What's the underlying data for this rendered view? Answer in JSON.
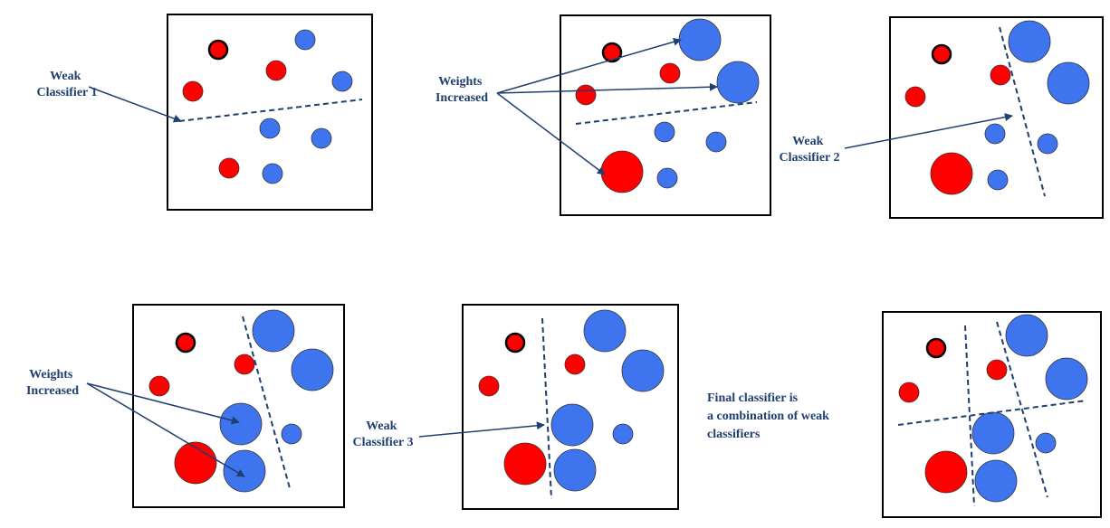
{
  "labels": {
    "weak_classifier_1": [
      "Weak",
      "Classifier 1"
    ],
    "weights_increased_top": [
      "Weights",
      "Increased"
    ],
    "weak_classifier_2": [
      "Weak",
      "Classifier 2"
    ],
    "weights_increased_bottom": [
      "Weights",
      "Increased"
    ],
    "weak_classifier_3": [
      "Weak",
      "Classifier 3"
    ],
    "final_classifier": [
      "Final classifier is",
      "a combination of weak",
      "classifiers"
    ]
  },
  "colors": {
    "positive_point": "#ff0000",
    "negative_point": "#3f74ef",
    "annotation": "#1f3f6e",
    "box_border": "#000000"
  }
}
